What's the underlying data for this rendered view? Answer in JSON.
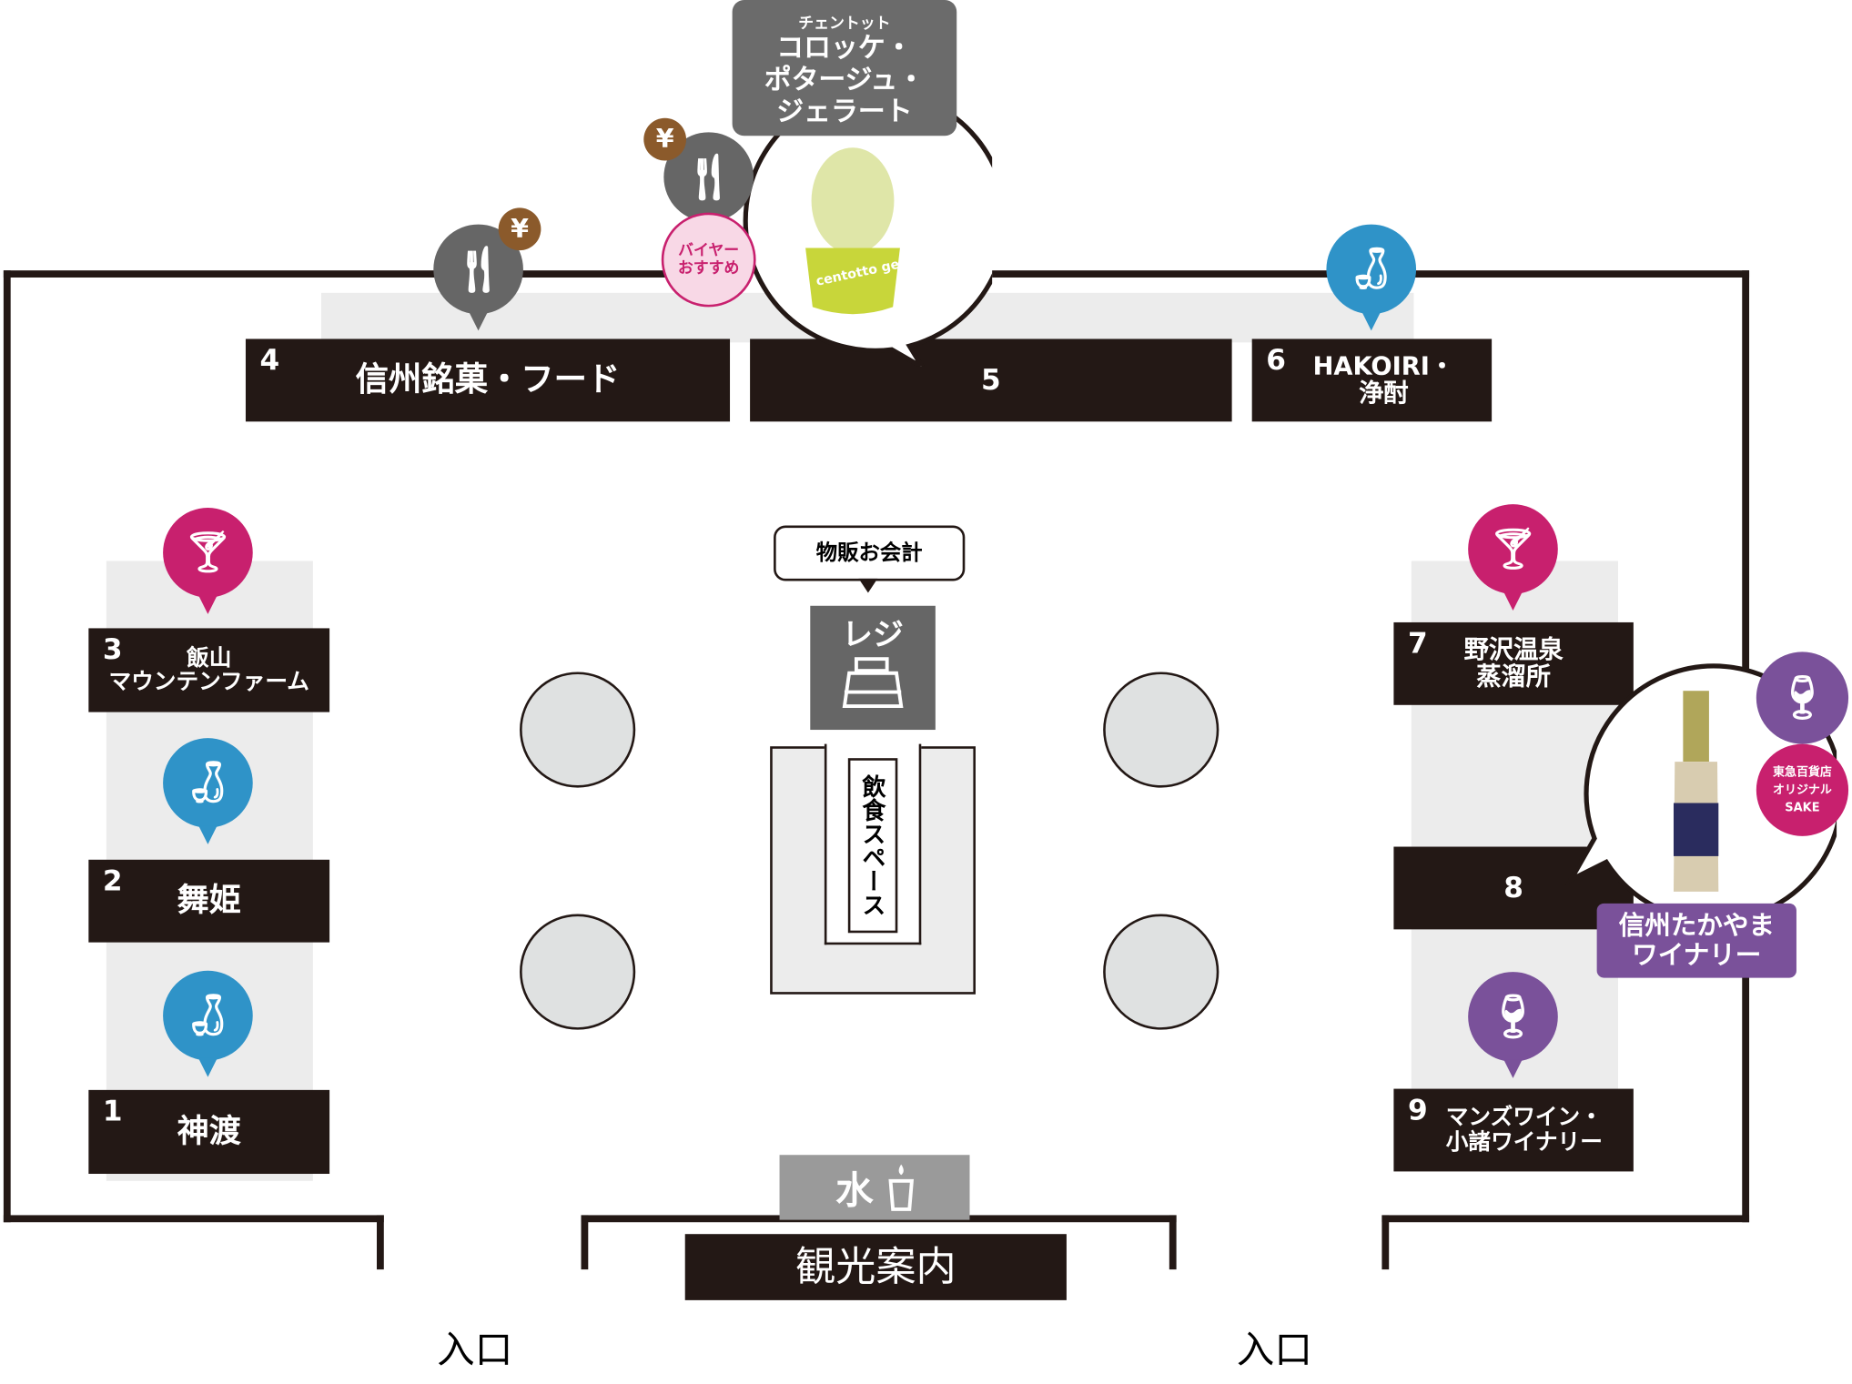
{
  "booths": [
    {
      "number": "1",
      "name": "神渡"
    },
    {
      "number": "2",
      "name": "舞姫"
    },
    {
      "number": "3",
      "name": "飯山\nマウンテンファーム"
    },
    {
      "number": "4",
      "name": "信州銘菓・フード"
    },
    {
      "number": "5",
      "name": ""
    },
    {
      "number": "6",
      "name": "HAKOIRI・\n浄酎"
    },
    {
      "number": "7",
      "name": "野沢温泉\n蒸溜所"
    },
    {
      "number": "8",
      "name": ""
    },
    {
      "number": "9",
      "name": "マンズワイン・\n小諸ワイナリー"
    }
  ],
  "feature_top": {
    "brand": "チェントット",
    "title": "コロッケ・\nポタージュ・\nジェラート",
    "badge": "バイヤー\nおすすめ",
    "cup_text": "centotto gelato"
  },
  "feature_right": {
    "title": "信州たかやま\nワイナリー",
    "badge": "東急百貨店\nオリジナル\nSAKE"
  },
  "yen_symbol": "¥",
  "checkout": {
    "callout": "物販お会計",
    "label": "レジ"
  },
  "dining": {
    "label": "飲食スペース"
  },
  "water": {
    "label": "水"
  },
  "info": {
    "label": "観光案内"
  },
  "entrances": [
    "入口",
    "入口"
  ],
  "colors": {
    "dark": "#231815",
    "food": "#666666",
    "yen": "#8b5a2b",
    "sake": "#2f93c8",
    "wine_pink": "#c8206e",
    "wine_purple": "#7a519a"
  }
}
